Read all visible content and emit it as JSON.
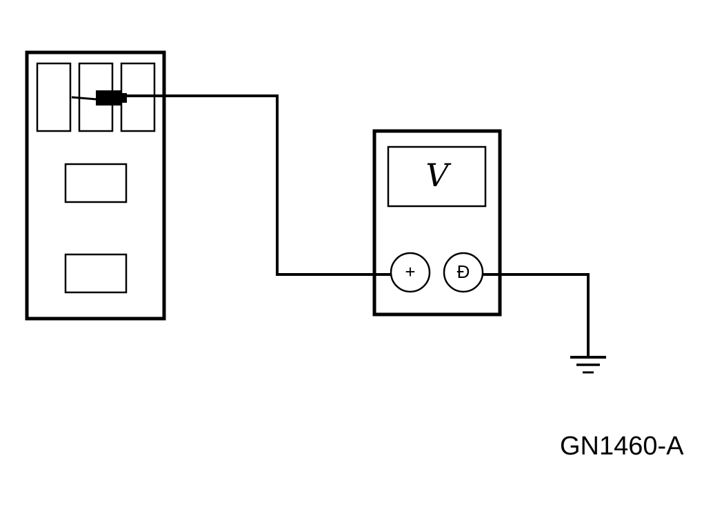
{
  "meter": {
    "display_symbol": "V",
    "positive_terminal": "+",
    "negative_terminal": "Đ"
  },
  "figure_id": "GN1460-A",
  "colors": {
    "line": "#000000",
    "background": "#ffffff"
  }
}
